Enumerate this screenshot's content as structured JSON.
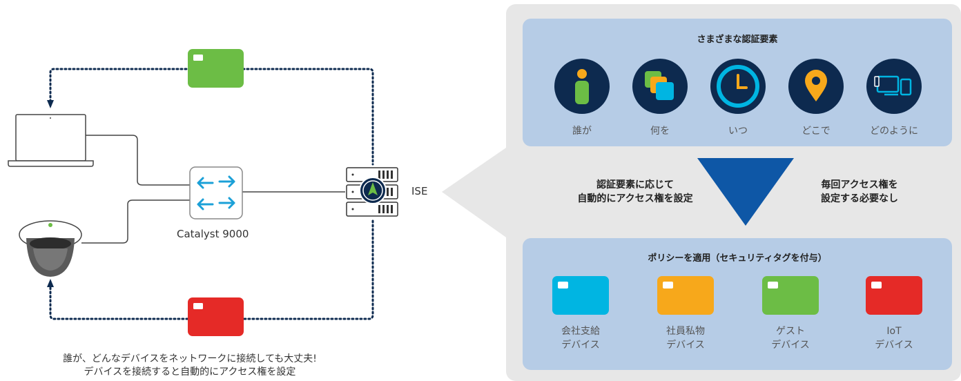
{
  "left": {
    "switch_label": "Catalyst 9000",
    "ise_label": "ISE",
    "caption_line1": "誰が、どんなデバイスをネットワークに接続しても大丈夫!",
    "caption_line2": "デバイスを接続すると自動的にアクセス権を設定",
    "colors": {
      "green_tag": "#6cbd45",
      "red_tag": "#e52a27",
      "switch_arrows": "#1ba0d7"
    }
  },
  "panel": {
    "factors_title": "さまざまな認証要素",
    "factors": [
      {
        "label": "誰が",
        "icon": "person-icon"
      },
      {
        "label": "何を",
        "icon": "stacked-cards-icon"
      },
      {
        "label": "いつ",
        "icon": "clock-icon"
      },
      {
        "label": "どこで",
        "icon": "location-pin-icon"
      },
      {
        "label": "どのように",
        "icon": "devices-icon"
      }
    ],
    "middle_left_line1": "認証要素に応じて",
    "middle_left_line2": "自動的にアクセス権を設定",
    "middle_right_line1": "毎回アクセス権を",
    "middle_right_line2": "設定する必要なし",
    "policy_title": "ポリシーを適用（セキュリティタグを付与）",
    "tags": [
      {
        "line1": "会社支給",
        "line2": "デバイス",
        "color": "#00b5e2"
      },
      {
        "line1": "社員私物",
        "line2": "デバイス",
        "color": "#f7a81b"
      },
      {
        "line1": "ゲスト",
        "line2": "デバイス",
        "color": "#6cbd45"
      },
      {
        "line1": "IoT",
        "line2": "デバイス",
        "color": "#e52a27"
      }
    ],
    "colors": {
      "box": "#b6cce6",
      "panel": "#e7e7e7",
      "triangle": "#0e57a6",
      "icon_circle": "#0d2a4f"
    }
  }
}
